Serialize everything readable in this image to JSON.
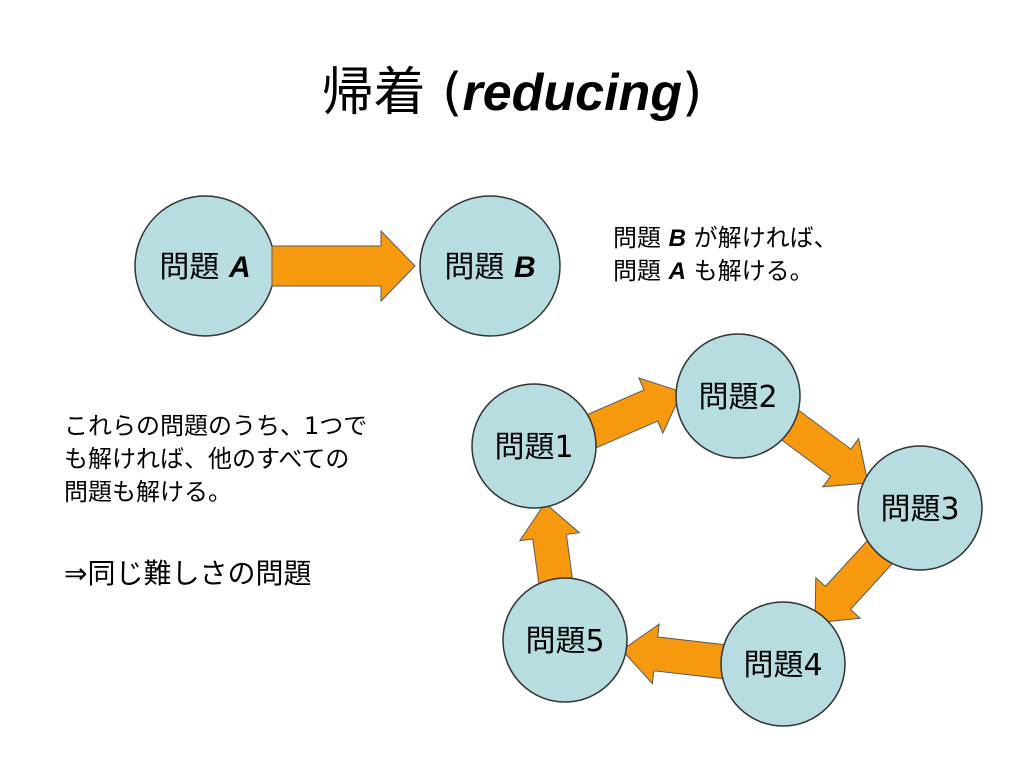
{
  "slide": {
    "title_main": "帰着 (",
    "title_em": "reducing",
    "title_close": ")"
  },
  "pair": {
    "a": {
      "label": "問題 ",
      "var": "A"
    },
    "b": {
      "label": "問題 ",
      "var": "B"
    }
  },
  "note": {
    "line1_pre": "問題 ",
    "line1_var": "B",
    "line1_post": " が解ければ、",
    "line2_pre": "問題 ",
    "line2_var": "A",
    "line2_post": " も解ける。"
  },
  "cycle": {
    "nodes": [
      "問題1",
      "問題2",
      "問題3",
      "問題4",
      "問題5"
    ]
  },
  "explanation": {
    "lines": [
      "これらの問題のうち、1つで",
      "も解ければ、他のすべての",
      "問題も解ける。"
    ]
  },
  "conclusion": "⇒同じ難しさの問題",
  "colors": {
    "node_fill": "#b7dde0",
    "node_stroke": "#333333",
    "arrow_fill": "#f7990f",
    "arrow_stroke": "#5a5a5a"
  }
}
